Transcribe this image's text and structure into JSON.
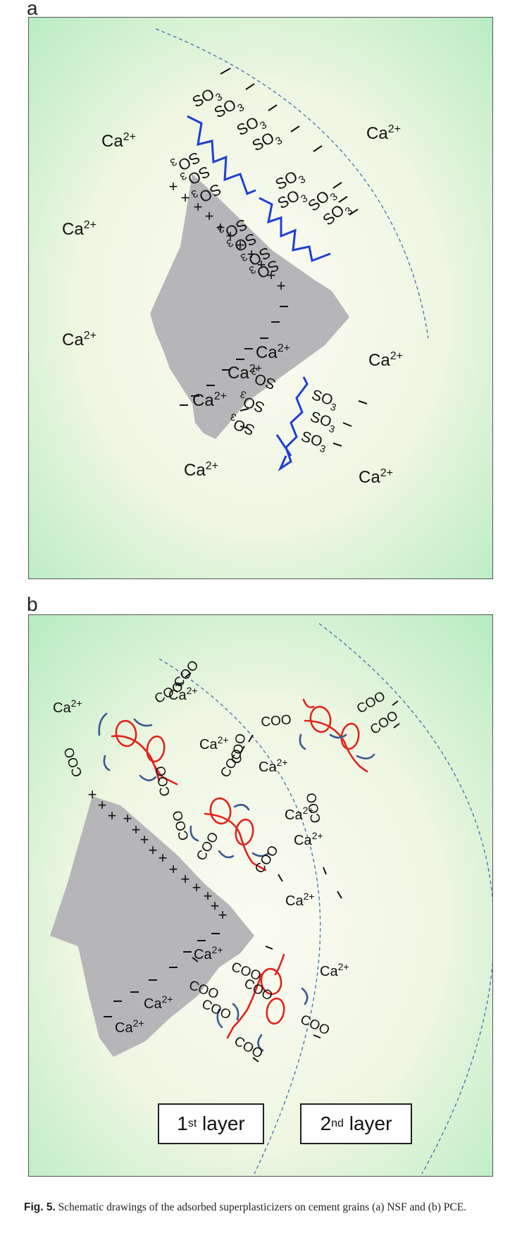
{
  "panel_a": {
    "letter": "a",
    "ion": "Ca",
    "ion_charge": "2+",
    "sulfonate": "SO",
    "sulfonate_sub": "3"
  },
  "panel_b": {
    "letter": "b",
    "ion": "Ca",
    "ion_charge": "2+",
    "carboxylate": "COO",
    "layer1_base": "1",
    "layer1_sup": "st",
    "layer1_word": "layer",
    "layer2_base": "2",
    "layer2_sup": "nd",
    "layer2_word": "layer"
  },
  "caption": {
    "label": "Fig. 5.",
    "text": "Schematic drawings of the adsorbed superplasticizers on cement grains (a) NSF and (b) PCE."
  }
}
